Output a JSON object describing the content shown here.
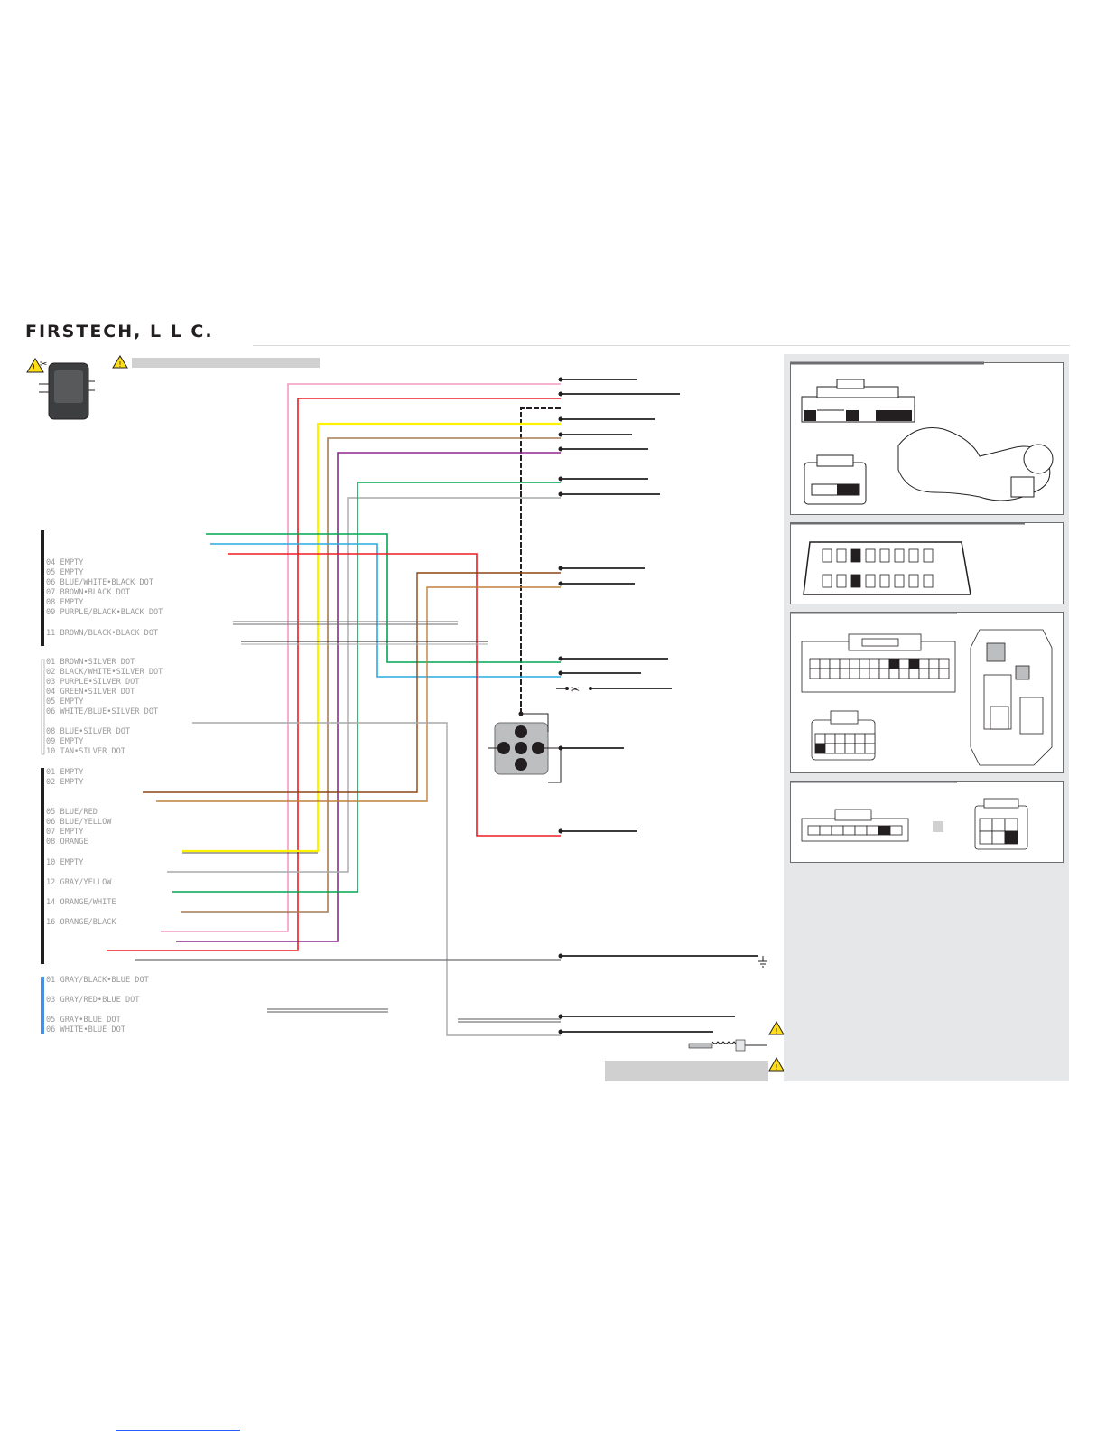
{
  "brand": {
    "logo_text": "FIRSTECH, L L C.",
    "warning_icon": "warning-triangle-icon"
  },
  "connectors": {
    "black_connector": [
      "04 EMPTY",
      "05 EMPTY",
      "06 BLUE/WHITE•BLACK DOT",
      "07 BROWN•BLACK DOT",
      "08 EMPTY",
      "09 PURPLE/BLACK•BLACK DOT",
      "11 BROWN/BLACK•BLACK DOT"
    ],
    "white_connector": [
      "01 BROWN•SILVER DOT",
      "02 BLACK/WHITE•SILVER DOT",
      "03 PURPLE•SILVER DOT",
      "04 GREEN•SILVER DOT",
      "05 EMPTY",
      "06 WHITE/BLUE•SILVER DOT",
      "08 BLUE•SILVER DOT",
      "09 EMPTY",
      "10 TAN•SILVER DOT"
    ],
    "main_connector": [
      "01 EMPTY",
      "02 EMPTY",
      "05 BLUE/RED",
      "06 BLUE/YELLOW",
      "07 EMPTY",
      "08 ORANGE",
      "10 EMPTY",
      "12 GRAY/YELLOW",
      "14 ORANGE/WHITE",
      "16 ORANGE/BLACK"
    ],
    "blue_connector": [
      "01 GRAY/BLACK•BLUE DOT",
      "03 GRAY/RED•BLUE DOT",
      "05 GRAY•BLUE DOT",
      "06 WHITE•BLUE DOT"
    ]
  },
  "colors": {
    "pink": "#f49ac1",
    "red": "#ed1c24",
    "yellow": "#fff200",
    "tan": "#a67c52",
    "purple": "#92278f",
    "green": "#00a651",
    "gray": "#a7a9ac",
    "blue": "#29abe2",
    "brown": "#8b4513",
    "black": "#231f20",
    "orange_brown": "#c0803c",
    "connector_blue": "#4a90e2"
  },
  "icons": {
    "ground": "ground-symbol-icon",
    "cut": "scissors-cut-icon",
    "relay": "relay-icon",
    "module": "remote-start-module-icon",
    "key": "key-cylinder-icon"
  }
}
